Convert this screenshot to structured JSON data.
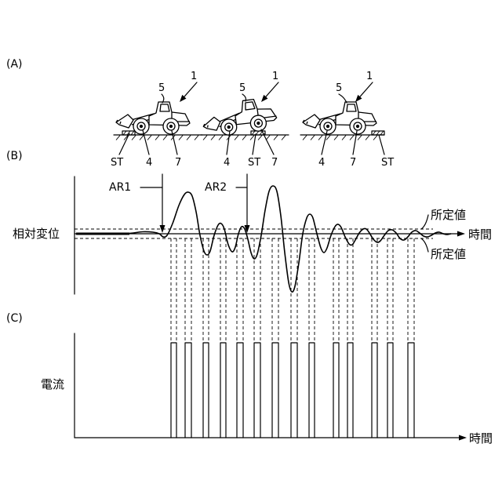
{
  "panel_a": {
    "label": "(A)"
  },
  "loaders": [
    {
      "part_label": "5",
      "machine_label": "1",
      "bottom_labels": [
        "ST",
        "4",
        "7"
      ]
    },
    {
      "part_label": "5",
      "machine_label": "1",
      "bottom_labels": [
        "4",
        "ST",
        "7"
      ]
    },
    {
      "part_label": "5",
      "machine_label": "1",
      "bottom_labels": [
        "4",
        "7",
        "ST"
      ]
    }
  ],
  "panel_b": {
    "label": "(B)",
    "y_axis_label": "相対変位",
    "x_axis_label": "時間",
    "upper_threshold_label": "所定値",
    "lower_threshold_label": "所定値",
    "arrow_1_label": "AR1",
    "arrow_2_label": "AR2"
  },
  "panel_c": {
    "label": "(C)",
    "y_axis_label": "電流",
    "x_axis_label": "時間"
  }
}
